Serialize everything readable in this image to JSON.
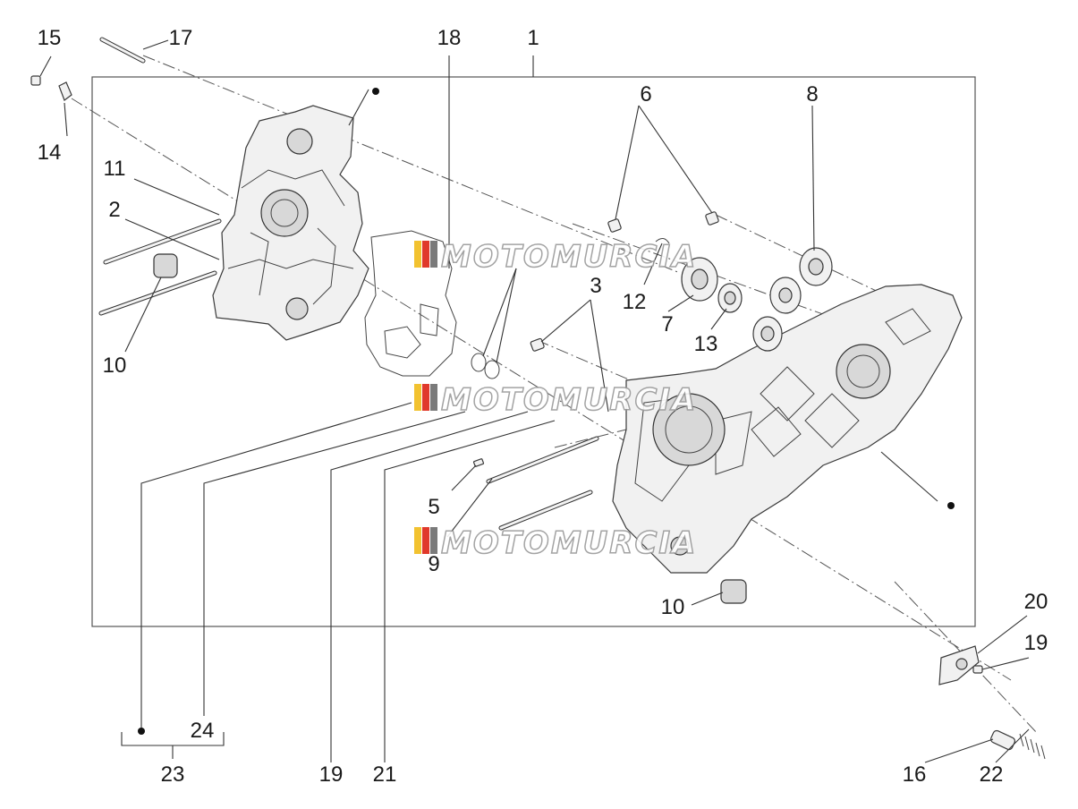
{
  "diagram": {
    "callouts": [
      {
        "id": "c1",
        "text": "1"
      },
      {
        "id": "c2",
        "text": "2"
      },
      {
        "id": "c3",
        "text": "3"
      },
      {
        "id": "c5",
        "text": "5"
      },
      {
        "id": "c6",
        "text": "6"
      },
      {
        "id": "c7",
        "text": "7"
      },
      {
        "id": "c8",
        "text": "8"
      },
      {
        "id": "c9",
        "text": "9"
      },
      {
        "id": "c10a",
        "text": "10"
      },
      {
        "id": "c10b",
        "text": "10"
      },
      {
        "id": "c11",
        "text": "11"
      },
      {
        "id": "c12",
        "text": "12"
      },
      {
        "id": "c13",
        "text": "13"
      },
      {
        "id": "c14",
        "text": "14"
      },
      {
        "id": "c15",
        "text": "15"
      },
      {
        "id": "c16",
        "text": "16"
      },
      {
        "id": "c17",
        "text": "17"
      },
      {
        "id": "c18",
        "text": "18"
      },
      {
        "id": "c19a",
        "text": "19"
      },
      {
        "id": "c19b",
        "text": "19"
      },
      {
        "id": "c20",
        "text": "20"
      },
      {
        "id": "c21",
        "text": "21"
      },
      {
        "id": "c22",
        "text": "22"
      },
      {
        "id": "c23",
        "text": "23"
      },
      {
        "id": "c24",
        "text": "24"
      }
    ],
    "watermark": "MOTOMURCIA",
    "watermark_colors": [
      "#f2c230",
      "#e0392b",
      "#7a7a7a"
    ]
  }
}
